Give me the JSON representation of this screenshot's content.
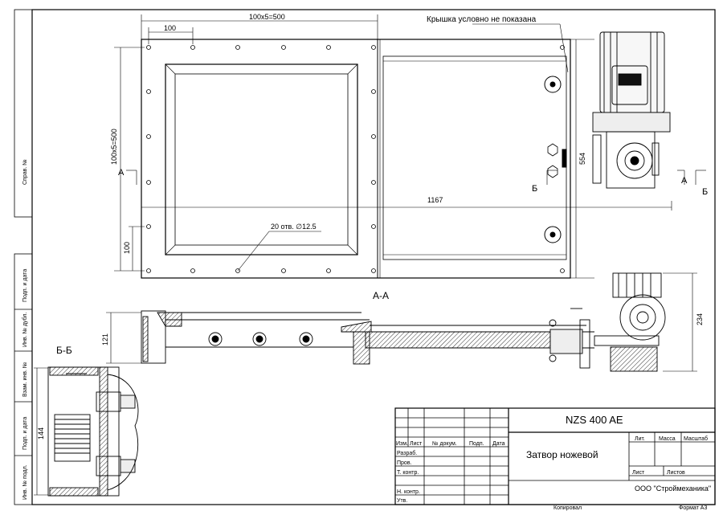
{
  "drawing": {
    "dims": {
      "top_total": "100x5=500",
      "top_step": "100",
      "left_total": "100x5=500",
      "left_step": "100",
      "length": "1167",
      "height": "554",
      "holes": "20 отв. ∅12.5",
      "side_height": "121",
      "side_right": "234",
      "section_bb_height": "144"
    },
    "cover_note": "Крышка условно не показана",
    "section_aa": "А-А",
    "section_bb": "Б-Б",
    "mark_a": "А",
    "mark_b": "Б"
  },
  "side_stamp": [
    "Справ. №",
    "Подп. и дата",
    "Инв. № дубл.",
    "Взам. инв. №",
    "Подп. и дата",
    "Инв. № подл."
  ],
  "title_block": {
    "designation": "NZS 400 AE",
    "name": "Затвор ножевой",
    "company": "ООО \"Строймеханика\"",
    "hdr_izm": "Изм.",
    "hdr_list": "Лист",
    "hdr_doc": "№ докум.",
    "hdr_podp": "Подп.",
    "hdr_data": "Дата",
    "row_razrab": "Разраб.",
    "row_prov": "Пров.",
    "row_tkontr": "Т. контр.",
    "row_nkontr": "Н. контр.",
    "row_utv": "Утв.",
    "lit": "Лит.",
    "massa": "Масса",
    "masshtab": "Масштаб",
    "list": "Лист",
    "listov": "Листов"
  },
  "footer": {
    "copied": "Копировал",
    "format": "Формат A3"
  },
  "colors": {
    "line": "#000000",
    "hatch": "#333333",
    "paper": "#ffffff"
  }
}
